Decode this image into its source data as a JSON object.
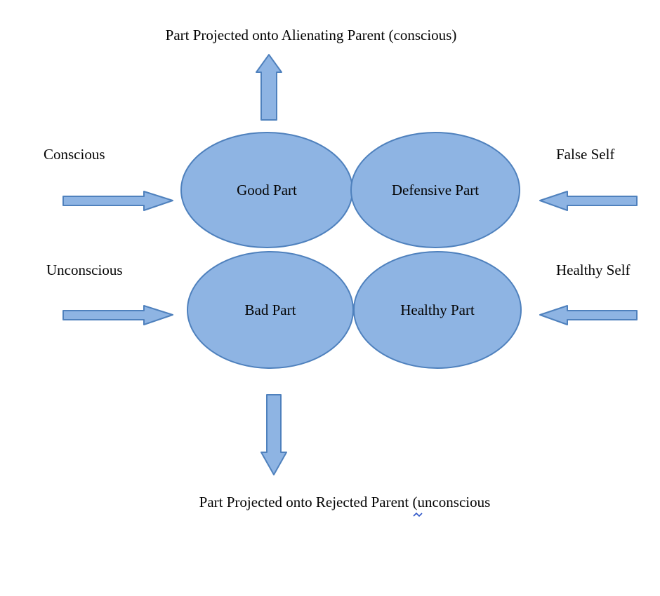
{
  "diagram": {
    "top_caption": "Part Projected onto Alienating Parent (conscious)",
    "bottom_caption": "Part Projected onto Rejected Parent (unconscious",
    "side_labels": {
      "conscious": "Conscious",
      "unconscious": "Unconscious",
      "false_self": "False Self",
      "healthy_self": "Healthy Self"
    },
    "ellipses": [
      {
        "id": "good-part",
        "label": "Good Part"
      },
      {
        "id": "defensive-part",
        "label": "Defensive Part"
      },
      {
        "id": "bad-part",
        "label": "Bad Part"
      },
      {
        "id": "healthy-part",
        "label": "Healthy Part"
      }
    ],
    "arrows": [
      "up-arrow",
      "down-arrow",
      "right-pointing-arrow-to-good-part",
      "right-pointing-arrow-to-bad-part",
      "left-pointing-arrow-to-defensive-part",
      "left-pointing-arrow-to-healthy-part"
    ],
    "colors": {
      "shape_fill": "#8EB4E3",
      "shape_stroke": "#4F81BD",
      "text": "#050505",
      "squiggle": "#2E55C8",
      "background": "#FFFFFF"
    }
  }
}
